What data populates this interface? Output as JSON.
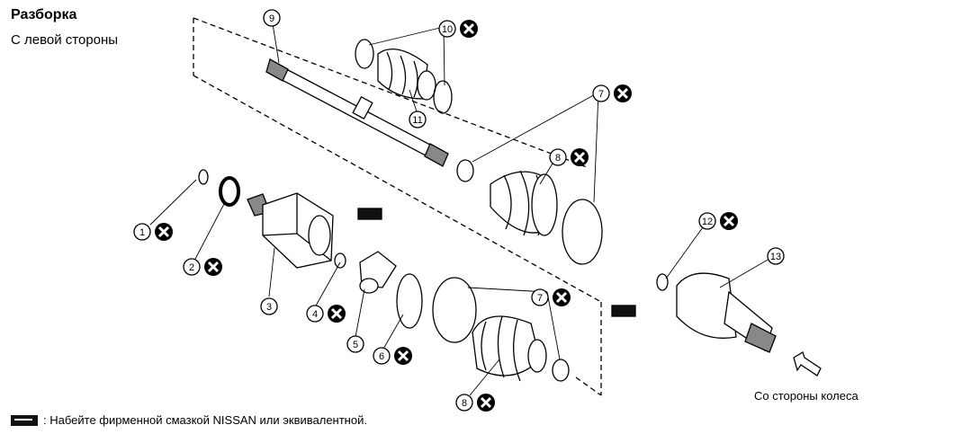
{
  "header": {
    "title": "Разборка",
    "subtitle": "С левой стороны"
  },
  "labels": {
    "wheel_side": "Со стороны колеса"
  },
  "legend": {
    "grease_note": ": Набейте фирменной смазкой NISSAN или эквивалентной."
  },
  "callouts": [
    {
      "n": "1",
      "discard": true
    },
    {
      "n": "2",
      "discard": true
    },
    {
      "n": "3",
      "discard": false
    },
    {
      "n": "4",
      "discard": true
    },
    {
      "n": "5",
      "discard": false
    },
    {
      "n": "6",
      "discard": true
    },
    {
      "n": "7",
      "discard": true
    },
    {
      "n": "7",
      "discard": true
    },
    {
      "n": "8",
      "discard": true
    },
    {
      "n": "8",
      "discard": true
    },
    {
      "n": "9",
      "discard": false
    },
    {
      "n": "10",
      "discard": true
    },
    {
      "n": "11",
      "discard": false
    },
    {
      "n": "12",
      "discard": true
    },
    {
      "n": "13",
      "discard": false
    }
  ]
}
